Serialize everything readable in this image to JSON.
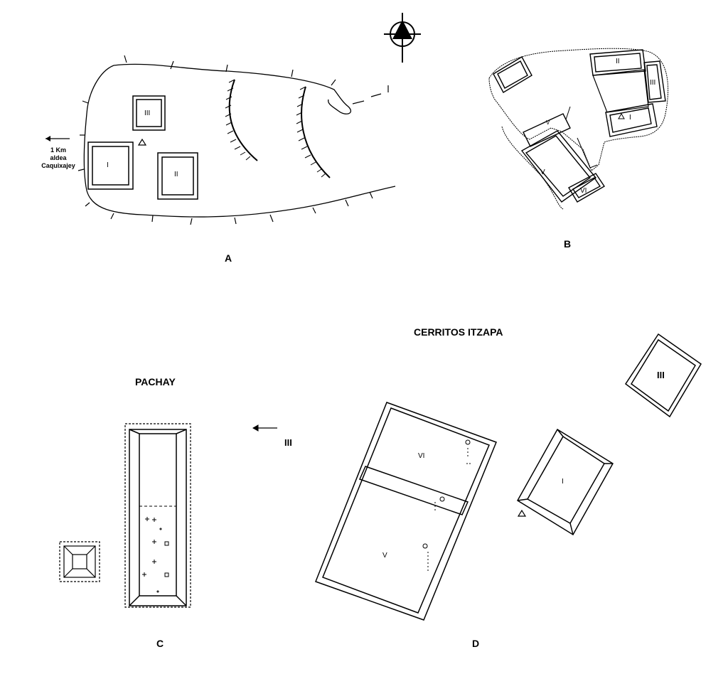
{
  "panels": {
    "a": {
      "letter": "A",
      "structures": [
        "I",
        "II",
        "III"
      ],
      "direction_note": [
        "1 Km",
        "aldea",
        "Caquixajey"
      ]
    },
    "b": {
      "letter": "B",
      "structures": [
        "I",
        "II",
        "III",
        "V",
        "VI"
      ],
      "structure_v_small": "V"
    },
    "c": {
      "letter": "C",
      "title": "PACHAY",
      "arrow_label": "III"
    },
    "d": {
      "letter": "D",
      "title": "CERRITOS ITZAPA",
      "structures": [
        "I",
        "III",
        "V",
        "VI"
      ]
    }
  },
  "north_arrow": {
    "icon": "north-arrow-icon"
  }
}
